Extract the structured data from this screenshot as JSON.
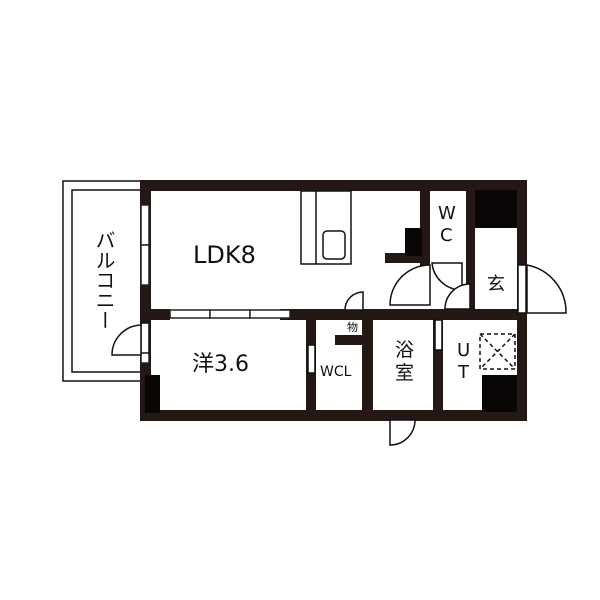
{
  "floorplan": {
    "wall_color": "#231815",
    "fill_black": "#0a0606",
    "line_color": "#111111",
    "background": "#ffffff",
    "rooms": {
      "balcony": {
        "label": "バルコニー"
      },
      "ldk": {
        "label": "LDK8"
      },
      "western_room": {
        "label": "洋3.6"
      },
      "wcl": {
        "label": "WCL"
      },
      "storage": {
        "label": "物"
      },
      "bath": {
        "label_line1": "浴",
        "label_line2": "室"
      },
      "wc": {
        "label_line1": "W",
        "label_line2": "C"
      },
      "entrance": {
        "label": "玄"
      },
      "utility": {
        "label_line1": "U",
        "label_line2": "T"
      }
    }
  }
}
